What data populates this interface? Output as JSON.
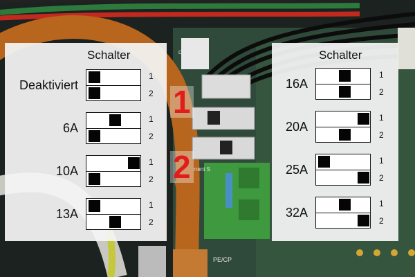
{
  "left_panel": {
    "title": "Schalter",
    "rows": [
      {
        "label": "Deaktiviert",
        "pos1": "left",
        "pos2": "left",
        "num1": "1",
        "num2": "2"
      },
      {
        "label": "6A",
        "pos1": "mid",
        "pos2": "left",
        "num1": "1",
        "num2": "2"
      },
      {
        "label": "10A",
        "pos1": "right",
        "pos2": "left",
        "num1": "1",
        "num2": "2"
      },
      {
        "label": "13A",
        "pos1": "left",
        "pos2": "mid",
        "num1": "1",
        "num2": "2"
      }
    ]
  },
  "right_panel": {
    "title": "Schalter",
    "rows": [
      {
        "label": "16A",
        "pos1": "mid",
        "pos2": "mid",
        "num1": "1",
        "num2": "2"
      },
      {
        "label": "20A",
        "pos1": "right",
        "pos2": "mid",
        "num1": "1",
        "num2": "2"
      },
      {
        "label": "25A",
        "pos1": "left",
        "pos2": "right",
        "num1": "1",
        "num2": "2"
      },
      {
        "label": "32A",
        "pos1": "mid",
        "pos2": "right",
        "num1": "1",
        "num2": "2"
      }
    ]
  },
  "markers": {
    "switch_1": "1",
    "switch_2": "2"
  },
  "board_labels": {
    "dc": "DC",
    "current": "rrent S",
    "pe_cp": "PE/CP"
  }
}
